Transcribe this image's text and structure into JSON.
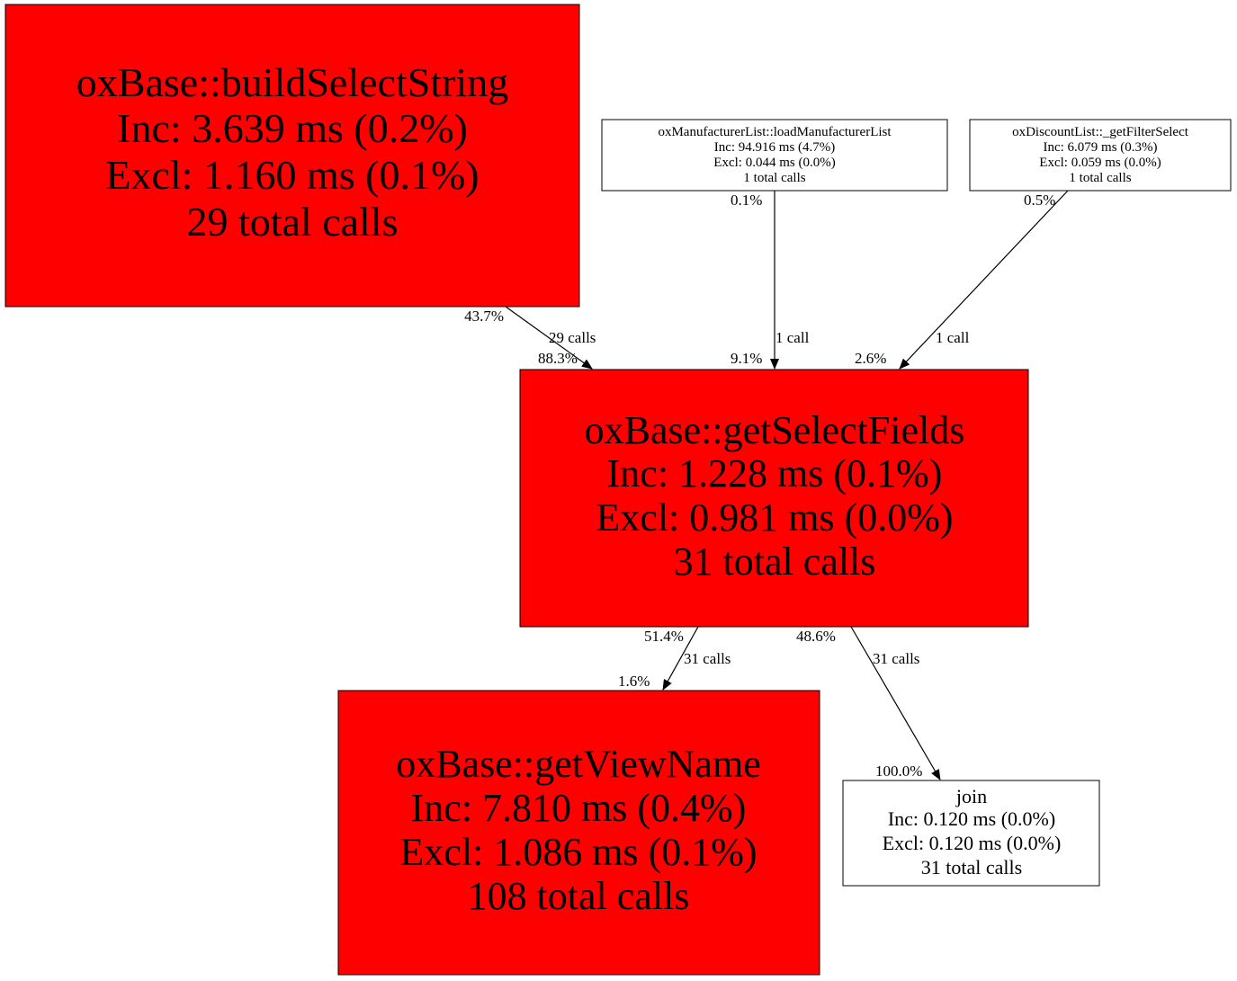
{
  "colors": {
    "hot": "#ff0000",
    "normal": "#ffffff",
    "stroke": "#000000"
  },
  "nodes": {
    "buildSelectString": {
      "lines": [
        "oxBase::buildSelectString",
        "Inc: 3.639 ms (0.2%)",
        "Excl: 1.160 ms (0.1%)",
        "29 total calls"
      ]
    },
    "loadManufacturerList": {
      "lines": [
        "oxManufacturerList::loadManufacturerList",
        "Inc: 94.916 ms (4.7%)",
        "Excl: 0.044 ms (0.0%)",
        "1 total calls"
      ]
    },
    "getFilterSelect": {
      "lines": [
        "oxDiscountList::_getFilterSelect",
        "Inc: 6.079 ms (0.3%)",
        "Excl: 0.059 ms (0.0%)",
        "1 total calls"
      ]
    },
    "getSelectFields": {
      "lines": [
        "oxBase::getSelectFields",
        "Inc: 1.228 ms (0.1%)",
        "Excl: 0.981 ms (0.0%)",
        "31 total calls"
      ]
    },
    "getViewName": {
      "lines": [
        "oxBase::getViewName",
        "Inc: 7.810 ms (0.4%)",
        "Excl: 1.086 ms (0.1%)",
        "108 total calls"
      ]
    },
    "join": {
      "lines": [
        "join",
        "Inc: 0.120 ms (0.0%)",
        "Excl: 0.120 ms (0.0%)",
        "31 total calls"
      ]
    }
  },
  "edges": {
    "e1": {
      "from": "oxBase::buildSelectString",
      "to": "oxBase::getSelectFields",
      "tail": "43.7%",
      "calls": "29 calls",
      "head": "88.3%"
    },
    "e2": {
      "from": "oxManufacturerList::loadManufacturerList",
      "to": "oxBase::getSelectFields",
      "tail": "0.1%",
      "calls": "1 call",
      "head": "9.1%"
    },
    "e3": {
      "from": "oxDiscountList::_getFilterSelect",
      "to": "oxBase::getSelectFields",
      "tail": "0.5%",
      "calls": "1 call",
      "head": "2.6%"
    },
    "e4": {
      "from": "oxBase::getSelectFields",
      "to": "oxBase::getViewName",
      "tail": "51.4%",
      "calls": "31 calls",
      "head": "1.6%"
    },
    "e5": {
      "from": "oxBase::getSelectFields",
      "to": "join",
      "tail": "48.6%",
      "calls": "31 calls",
      "head": "100.0%"
    }
  }
}
